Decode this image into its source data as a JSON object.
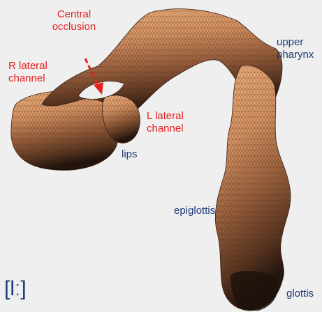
{
  "labels": {
    "central_occlusion": [
      "Central",
      "occlusion"
    ],
    "r_lateral_channel": [
      "R lateral",
      "channel"
    ],
    "l_lateral_channel": [
      "L lateral",
      "channel"
    ],
    "lips": "lips",
    "upper_pharynx": [
      "upper",
      "pharynx"
    ],
    "epiglottis": "epiglottis",
    "glottis": "glottis",
    "phoneme": "[lː]"
  },
  "colors": {
    "background": "#efefef",
    "mesh_light": "#f4b27e",
    "mesh_dark": "#2a1a12",
    "mesh_lines": "#3a2215",
    "arrow": "#e61e1e",
    "annotation_red": "#e61e1e",
    "annotation_navy": "#1f3a78"
  }
}
